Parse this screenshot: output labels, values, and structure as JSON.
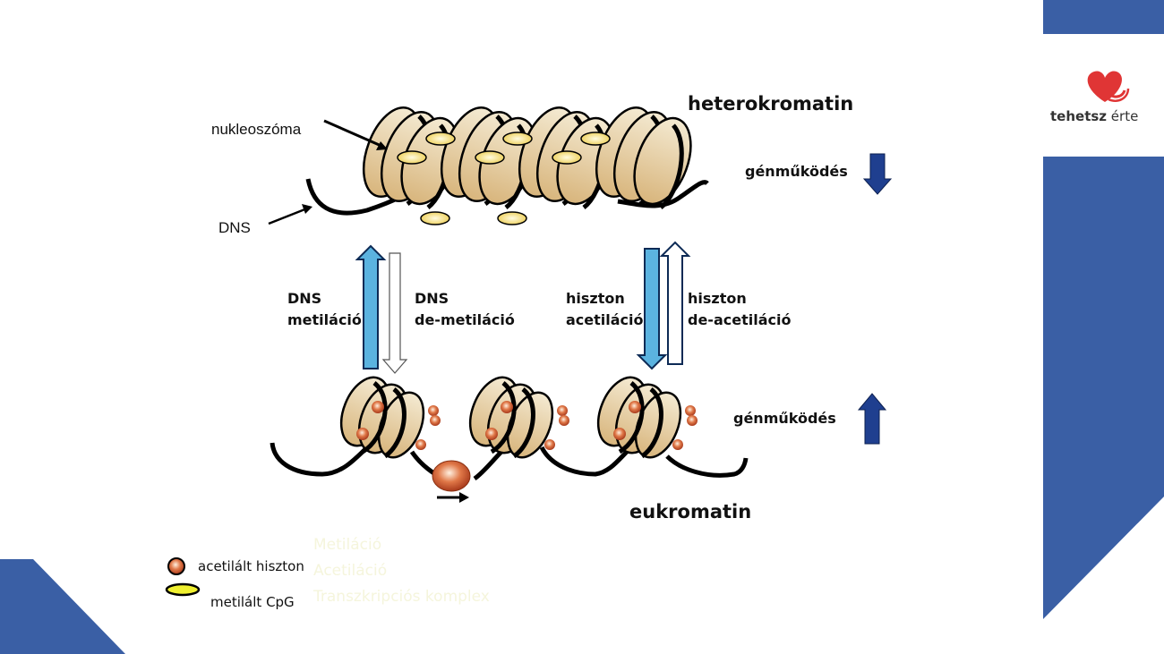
{
  "brand": {
    "logo_text_bold": "tehetsz",
    "logo_text_light": " érte",
    "colors": {
      "accent_blue": "#3a5fa5",
      "heart_red": "#e03535"
    }
  },
  "diagram": {
    "labels": {
      "nucleosome": "nukleoszóma",
      "dna": "DNS",
      "heterochromatin": "heterokromatin",
      "euchromatin": "eukromatin",
      "gene_activity_down": "génműködés",
      "gene_activity_up": "génműködés",
      "dna_methylation_line1": "DNS",
      "dna_methylation_line2": "metiláció",
      "dna_demethylation_line1": "DNS",
      "dna_demethylation_line2": "de-metiláció",
      "histone_acetylation_line1": "hiszton",
      "histone_acetylation_line2": "acetiláció",
      "histone_deacetylation_line1": "hiszton",
      "histone_deacetylation_line2": "de-acetiláció"
    },
    "colors": {
      "nucleosome_fill": "#e8d3a8",
      "dna_strand": "#000000",
      "methyl_cpg": "#f3e07a",
      "acetyl_histone": "#d9643a",
      "process_arrow": "#5bb3e0",
      "gene_arrow": "#1f3f8f"
    }
  },
  "legend": {
    "items": [
      {
        "label": "acetilált hiszton",
        "icon": "acetylated-histone-dot"
      },
      {
        "label": "metilált CpG",
        "icon": "methylated-cpg-ellipse"
      }
    ]
  },
  "faint_overlay": {
    "lines": [
      "Metiláció",
      "Acetiláció",
      "Transzkripciós komplex"
    ]
  }
}
